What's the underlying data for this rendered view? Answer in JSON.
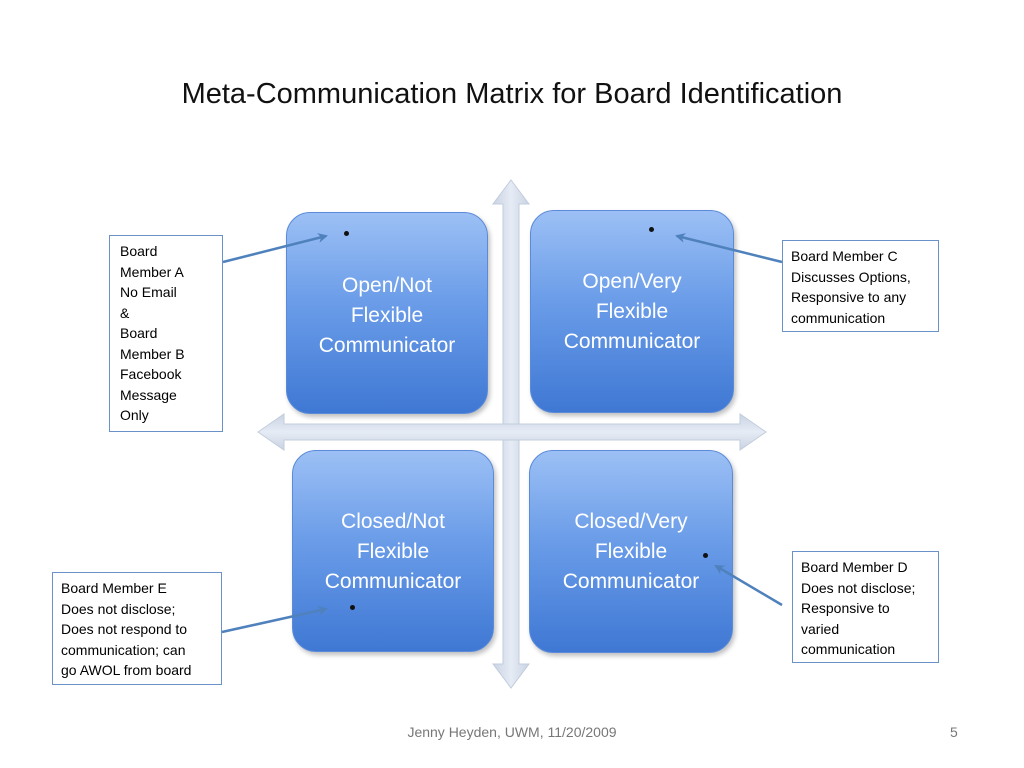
{
  "title": "Meta-Communication Matrix for Board Identification",
  "quadrants": {
    "top_left": [
      "Open/Not",
      "Flexible",
      "Communicator"
    ],
    "top_right": [
      "Open/Very",
      "Flexible",
      "Communicator"
    ],
    "bottom_left": [
      "Closed/Not",
      "Flexible",
      "Communicator"
    ],
    "bottom_right": [
      "Closed/Very",
      "Flexible",
      "Communicator"
    ]
  },
  "notes": {
    "member_a_b": [
      "Board",
      "Member A",
      "No Email",
      "&",
      "Board",
      "Member B",
      "Facebook",
      "Message",
      "Only"
    ],
    "member_c": [
      "Board Member C",
      "Discusses Options,",
      "Responsive to any",
      "communication"
    ],
    "member_e": [
      "Board Member E",
      "Does not disclose;",
      "Does not respond to",
      "communication; can",
      "go AWOL from board"
    ],
    "member_d": [
      "Board Member D",
      "Does not disclose;",
      "Responsive to",
      "varied",
      "communication"
    ]
  },
  "colors": {
    "quadrant_top": "#9cc0f5",
    "quadrant_bottom": "#3f78d4",
    "axis": "#d3dbe8",
    "arrow": "#4f81bd"
  },
  "footer": "Jenny Heyden, UWM, 11/20/2009",
  "page_number": "5"
}
